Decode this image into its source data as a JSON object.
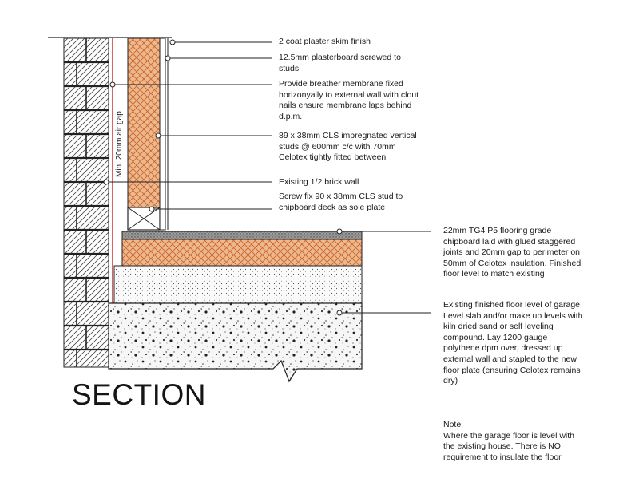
{
  "title": "SECTION",
  "side_label": "Min. 20mm air gap",
  "notes": {
    "plaster": "2 coat plaster skim finish",
    "plasterboard": "12.5mm plasterboard screwed to\nstuds",
    "membrane": "Provide breather membrane fixed\nhorizonyally to external wall with clout\nnails ensure membrane laps behind\nd.p.m.",
    "studs": "89 x 38mm CLS impregnated vertical\nstuds @ 600mm c/c with 70mm\nCelotex tightly fitted between",
    "brick": "Existing 1/2 brick wall",
    "sole_plate": "Screw fix 90 x 38mm CLS stud to\nchipboard deck as sole plate",
    "chipboard": "22mm TG4 P5 flooring grade\nchipboard laid with glued staggered\njoints and 20mm gap to perimeter on\n50mm of Celotex insulation. Finished\nfloor level to match existing",
    "floor": "Existing finished floor level of garage.\nLevel slab and/or make up levels with\nkiln dried sand or self leveling\ncompound. Lay 1200 gauge\npolythene dpm over, dressed up\nexternal wall and stapled to the new\nfloor plate (ensuring Celotex remains\ndry)",
    "note": "Note:\nWhere the garage floor is level with\nthe existing house. There is NO\nrequirement to insulate the floor"
  },
  "colors": {
    "insulation": "#e8b48c",
    "membrane": "#cc2222",
    "line": "#1a1a1a"
  }
}
